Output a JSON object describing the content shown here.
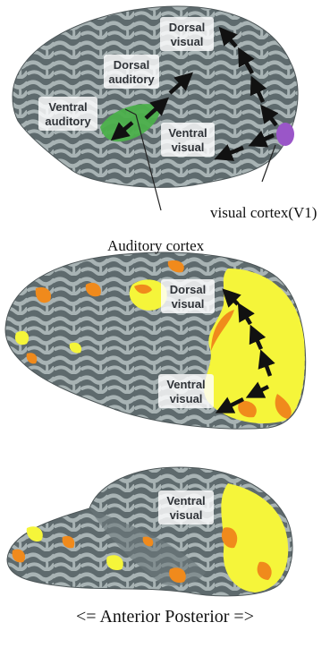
{
  "panel_top": {
    "labels": {
      "dorsal_visual": [
        "Dorsal",
        "visual"
      ],
      "dorsal_auditory": [
        "Dorsal",
        "auditory"
      ],
      "ventral_auditory": [
        "Ventral",
        "auditory"
      ],
      "ventral_visual": [
        "Ventral",
        "visual"
      ]
    },
    "caption_v1": "visual cortex(V1)",
    "caption_auditory": "Auditory cortex"
  },
  "panel_middle": {
    "labels": {
      "dorsal_visual": [
        "Dorsal",
        "visual"
      ],
      "ventral_visual": [
        "Ventral",
        "visual"
      ]
    }
  },
  "panel_bottom": {
    "labels": {
      "ventral_visual": [
        "Ventral",
        "visual"
      ]
    }
  },
  "direction_caption": "<= Anterior   Posterior =>",
  "colors": {
    "sulci": "#5e6a6d",
    "gyri": "#a8b3b4",
    "v1": "#9a56c8",
    "auditory": "#4bb04b",
    "activation_orange": "#f08a1c",
    "activation_yellow": "#f5f53a",
    "arrow": "#111111"
  }
}
